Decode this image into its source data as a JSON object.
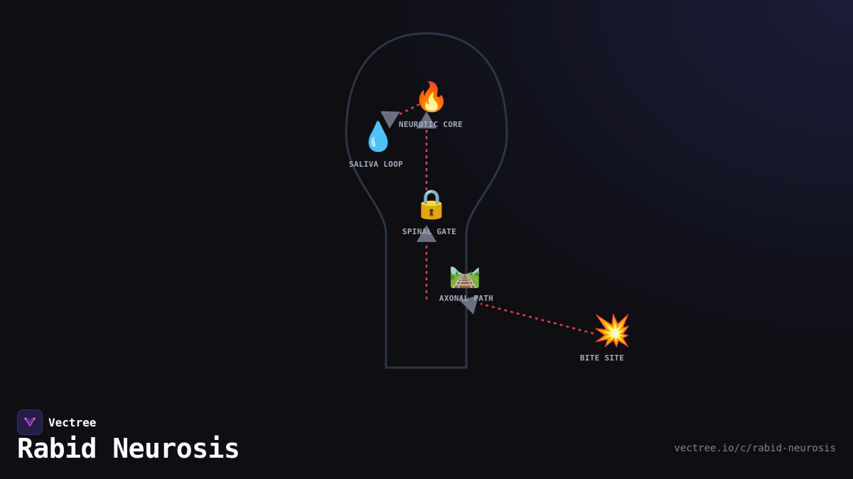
{
  "brand": {
    "name": "Vectree",
    "logo_icon": "antenna-spark-icon"
  },
  "page": {
    "title": "Rabid Neurosis",
    "url": "vectree.io/c/rabid-neurosis"
  },
  "diagram": {
    "colors": {
      "outline": "#2c3546",
      "edge": "#e0414b",
      "arrow": "#6b7081",
      "label": "#a5acbd"
    },
    "nodes": [
      {
        "id": "neurotic_core",
        "label": "NEUROTIC CORE",
        "icon": "🔥",
        "icon_name": "fire-icon"
      },
      {
        "id": "saliva_loop",
        "label": "SALIVA LOOP",
        "icon": "💧",
        "icon_name": "droplet-icon"
      },
      {
        "id": "spinal_gate",
        "label": "SPINAL GATE",
        "icon": "🔒",
        "icon_name": "lock-icon"
      },
      {
        "id": "axonal_path",
        "label": "AXONAL PATH",
        "icon": "🛤️",
        "icon_name": "railway-icon"
      },
      {
        "id": "bite_site",
        "label": "BITE SITE",
        "icon": "💥",
        "icon_name": "collision-icon"
      }
    ],
    "edges": [
      {
        "from": "bite_site",
        "to": "axonal_path"
      },
      {
        "from": "axonal_path",
        "to": "spinal_gate"
      },
      {
        "from": "spinal_gate",
        "to": "neurotic_core"
      },
      {
        "from": "neurotic_core",
        "to": "saliva_loop"
      }
    ]
  }
}
